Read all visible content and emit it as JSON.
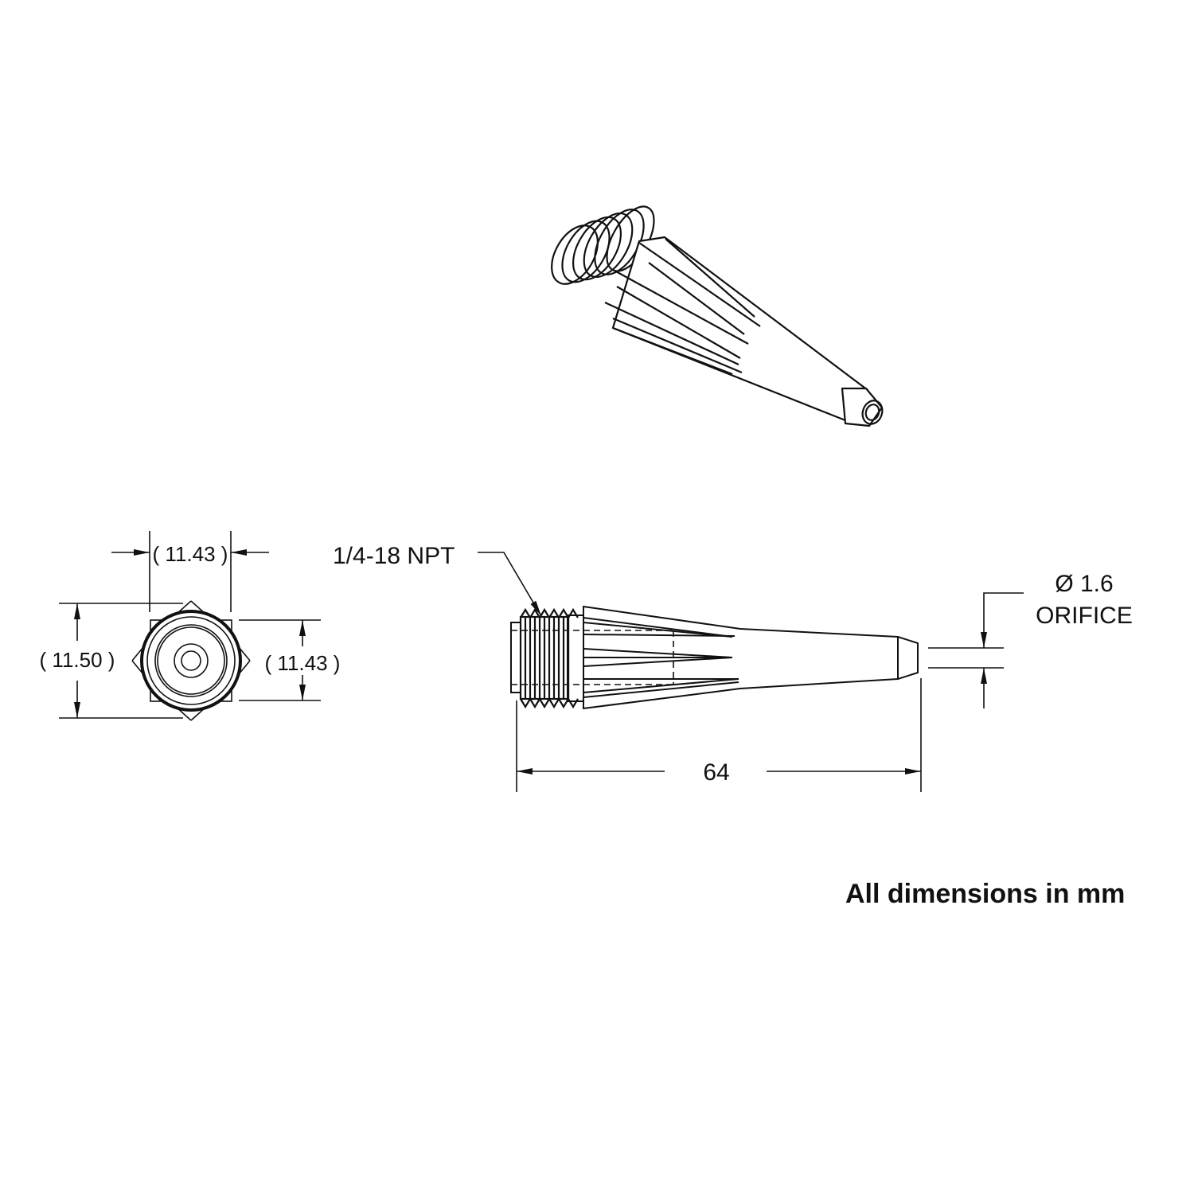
{
  "drawing": {
    "subject": "Tapered nozzle tip with 1/4-18 NPT male thread",
    "views": [
      "isometric-view",
      "end-view",
      "side-view"
    ],
    "stroke_color": "#111111",
    "background": "#ffffff"
  },
  "end_view": {
    "width_top_label": "11.43",
    "height_left_label": "11.50",
    "height_right_label": "11.43"
  },
  "side_view": {
    "thread_callout": "1/4-18 NPT",
    "orifice_diameter": "Ø 1.6",
    "orifice_label": "ORIFICE",
    "overall_length": "64"
  },
  "footer": {
    "units_note": "All dimensions in mm"
  }
}
